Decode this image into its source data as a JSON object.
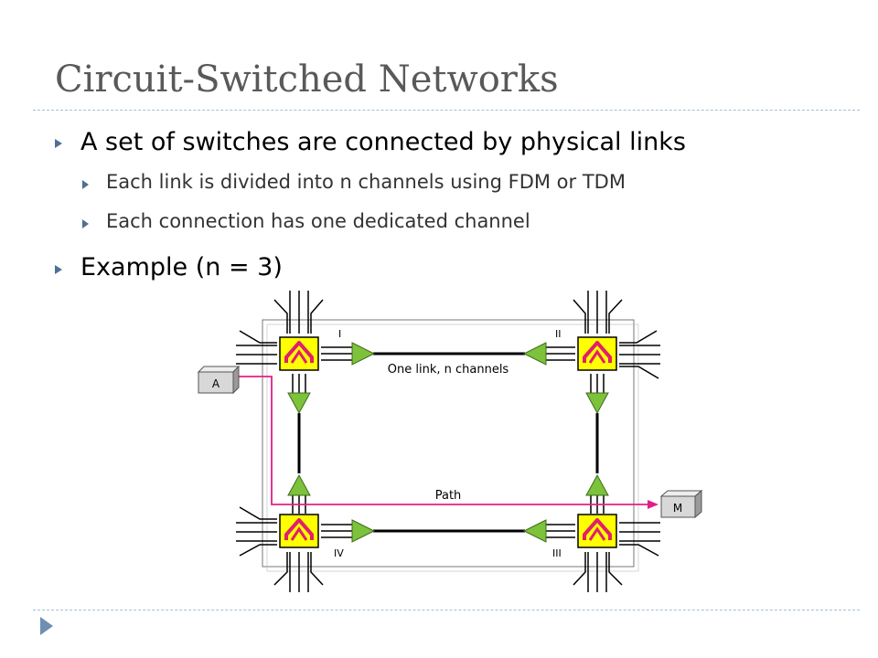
{
  "slide": {
    "title": "Circuit-Switched Networks",
    "bullets": [
      {
        "level": 1,
        "text": "A set of switches are connected by physical links"
      },
      {
        "level": 2,
        "text": "Each link is divided into n channels using FDM or TDM"
      },
      {
        "level": 2,
        "text": "Each connection has one dedicated channel"
      },
      {
        "level": 1,
        "text": "Example (n = 3)"
      }
    ]
  },
  "diagram": {
    "switches": [
      {
        "id": "I",
        "label": "I"
      },
      {
        "id": "II",
        "label": "II"
      },
      {
        "id": "III",
        "label": "III"
      },
      {
        "id": "IV",
        "label": "IV"
      }
    ],
    "hosts": [
      {
        "id": "A",
        "label": "A"
      },
      {
        "id": "M",
        "label": "M"
      }
    ],
    "labels": {
      "link": "One link, n channels",
      "path": "Path"
    },
    "colors": {
      "switch_fill": "#ffff00",
      "switch_symbol": "#e0206a",
      "arrow_fill": "#7cc23a",
      "path_line": "#e0208a",
      "host_fill": "#d8d8d8"
    }
  }
}
